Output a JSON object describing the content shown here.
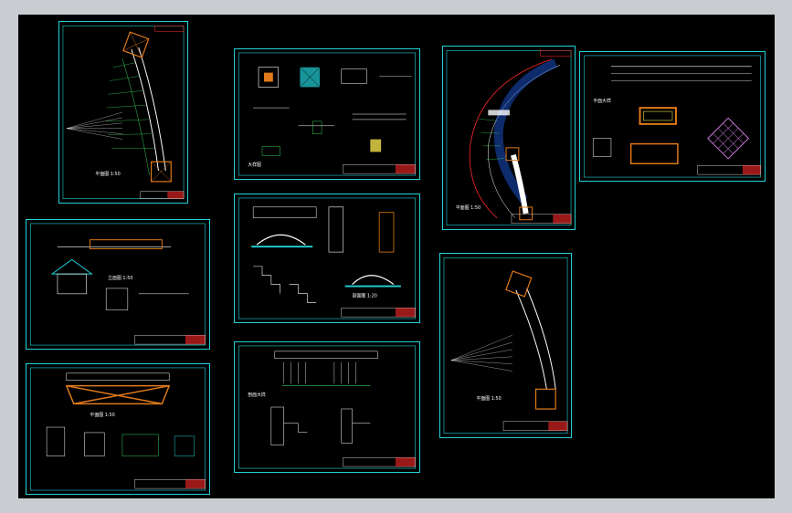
{
  "app": {
    "title": "CAD drawing sheet overview",
    "colors": {
      "background": "#000000",
      "frame": "#22d3d8",
      "line_white": "#ffffff",
      "line_green": "#34d058",
      "line_red": "#ff2a2a",
      "accent_orange": "#e07a1a",
      "accent_yellow": "#f2e14b"
    }
  },
  "sheets": [
    {
      "id": "s1",
      "caption": "平面图 1:50"
    },
    {
      "id": "s2",
      "caption": "大样图"
    },
    {
      "id": "s3",
      "caption": "平面图 1:50"
    },
    {
      "id": "s4",
      "caption": "平面大样"
    },
    {
      "id": "s5",
      "caption": "立面图 1:50"
    },
    {
      "id": "s6",
      "caption": "剖面图 1:20"
    },
    {
      "id": "s7",
      "caption": "平面图 1:50"
    },
    {
      "id": "s8",
      "caption": "平面图 1:50"
    },
    {
      "id": "s9",
      "caption": "剖面大样"
    }
  ]
}
